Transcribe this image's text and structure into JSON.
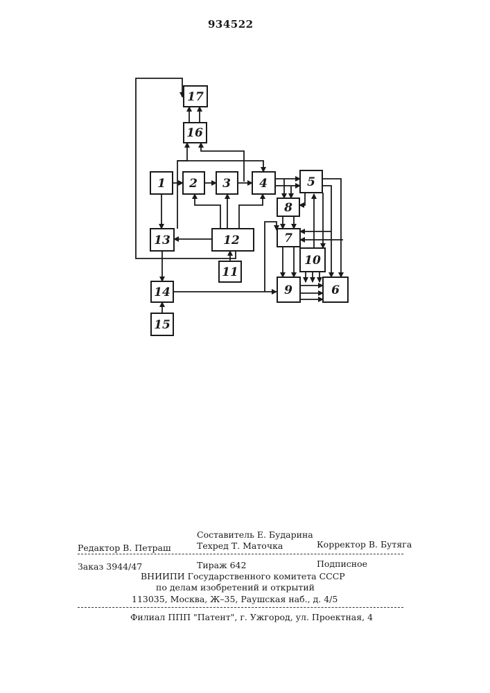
{
  "patent_number": "934522",
  "diagram": {
    "blocks": [
      {
        "id": "1",
        "label": "1"
      },
      {
        "id": "2",
        "label": "2"
      },
      {
        "id": "3",
        "label": "3"
      },
      {
        "id": "4",
        "label": "4"
      },
      {
        "id": "5",
        "label": "5"
      },
      {
        "id": "6",
        "label": "6"
      },
      {
        "id": "7",
        "label": "7"
      },
      {
        "id": "8",
        "label": "8"
      },
      {
        "id": "9",
        "label": "9"
      },
      {
        "id": "10",
        "label": "10"
      },
      {
        "id": "11",
        "label": "11"
      },
      {
        "id": "12",
        "label": "12"
      },
      {
        "id": "13",
        "label": "13"
      },
      {
        "id": "14",
        "label": "14"
      },
      {
        "id": "15",
        "label": "15"
      },
      {
        "id": "16",
        "label": "16"
      },
      {
        "id": "17",
        "label": "17"
      }
    ]
  },
  "footer": {
    "editor": "Редактор В. Петраш",
    "compiler": "Составитель Е. Бударина",
    "techred": "Техред Т. Маточка",
    "corrector": "Корректор В. Бутяга",
    "order": "Заказ 3944/47",
    "circulation": "Тираж 642",
    "subscription": "Подписное",
    "org_line1": "ВНИИПИ Государственного комитета СССР",
    "org_line2": "по делам изобретений и открытий",
    "org_address": "113035, Москва, Ж–35, Раушская наб., д. 4/5",
    "branch": "Филиал ППП \"Патент\", г. Ужгород, ул. Проектная, 4"
  }
}
